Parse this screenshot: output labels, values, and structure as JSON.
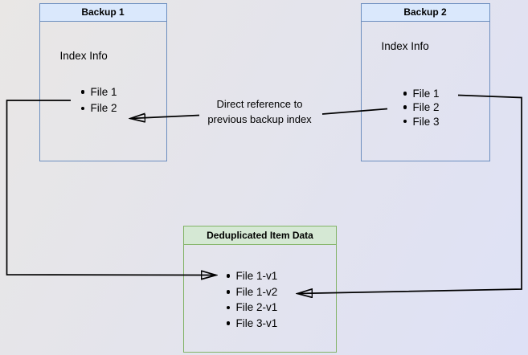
{
  "colors": {
    "node_blue_fill": "#dae8fc",
    "node_blue_border": "#6c8ebf",
    "node_green_fill": "#d5e8d4",
    "node_green_border": "#82b366",
    "connector": "#000000"
  },
  "nodes": {
    "backup1": {
      "title": "Backup 1",
      "section_label": "Index Info",
      "items": [
        "File 1",
        "File 2"
      ]
    },
    "backup2": {
      "title": "Backup 2",
      "section_label": "Index Info",
      "items": [
        "File 1",
        "File 2",
        "File 3"
      ]
    },
    "dedup": {
      "title": "Deduplicated Item Data",
      "items": [
        "File 1-v1",
        "File 1-v2",
        "File 2-v1",
        "File 3-v1"
      ]
    }
  },
  "edges": {
    "direct_reference": {
      "line1": "Direct reference to",
      "line2": "previous backup index"
    }
  }
}
